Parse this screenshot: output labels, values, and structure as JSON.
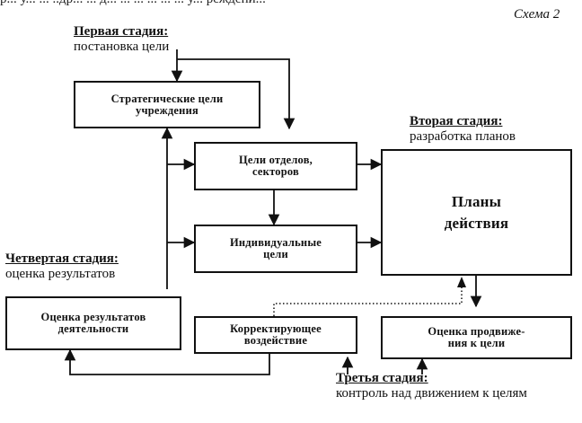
{
  "header": {
    "fragment": "р... у... ... ..др... ... д... ... ... ... ... ... у... реждени...",
    "scheme_label": "Схема 2"
  },
  "stages": {
    "first": {
      "title": "Первая стадия:",
      "subtitle": "постановка цели"
    },
    "second": {
      "title": "Вторая стадия:",
      "subtitle": "разработка планов"
    },
    "third": {
      "title": "Третья стадия:",
      "subtitle": "контроль над движением к целям"
    },
    "fourth": {
      "title": "Четвертая стадия:",
      "subtitle": "оценка результатов"
    }
  },
  "boxes": {
    "strategic": {
      "line1": "Стратегические цели",
      "line2": "учреждения"
    },
    "departments": {
      "line1": "Цели отделов,",
      "line2": "секторов"
    },
    "individual": {
      "line1": "Индивидуальные",
      "line2": "цели"
    },
    "plans": {
      "line1": "Планы",
      "line2": "действия"
    },
    "evaluation": {
      "line1": "Оценка результатов",
      "line2": "деятельности"
    },
    "corrective": {
      "line1": "Корректирующее",
      "line2": "воздействие"
    },
    "progress": {
      "line1": "Оценка продвиже-",
      "line2": "ния к цели"
    }
  }
}
